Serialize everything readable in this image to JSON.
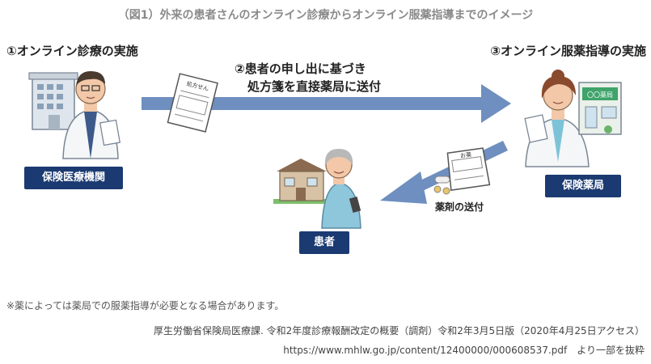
{
  "title": "（図1）外来の患者さんのオンライン診療からオンライン服薬指導までのイメージ",
  "steps": {
    "step1": "①オンライン診療の実施",
    "step2_line1": "②患者の申し出に基づき",
    "step2_line2": "処方箋を直接薬局に送付",
    "step3": "③オンライン服薬指導の実施"
  },
  "actors": {
    "clinic": "保険医療機関",
    "patient": "患者",
    "pharmacy": "保険薬局"
  },
  "prescription_paper_label": "処方せん",
  "pharmacy_sign": "〇〇薬局",
  "medicine_bag_label": "お薬",
  "delivery_label": "薬剤の送付",
  "note": "※薬によっては薬局での服薬指導が必要となる場合があります。",
  "source_line1": "厚生労働省保険局医療課. 令和2年度診療報酬改定の概要（調剤）令和2年3月5日版（2020年4月25日アクセス）",
  "source_line2": "https://www.mhlw.go.jp/content/12400000/000608537.pdf　より一部を抜粋",
  "colors": {
    "arrow": "#6e8fbf",
    "badge": "#1b3a72"
  }
}
